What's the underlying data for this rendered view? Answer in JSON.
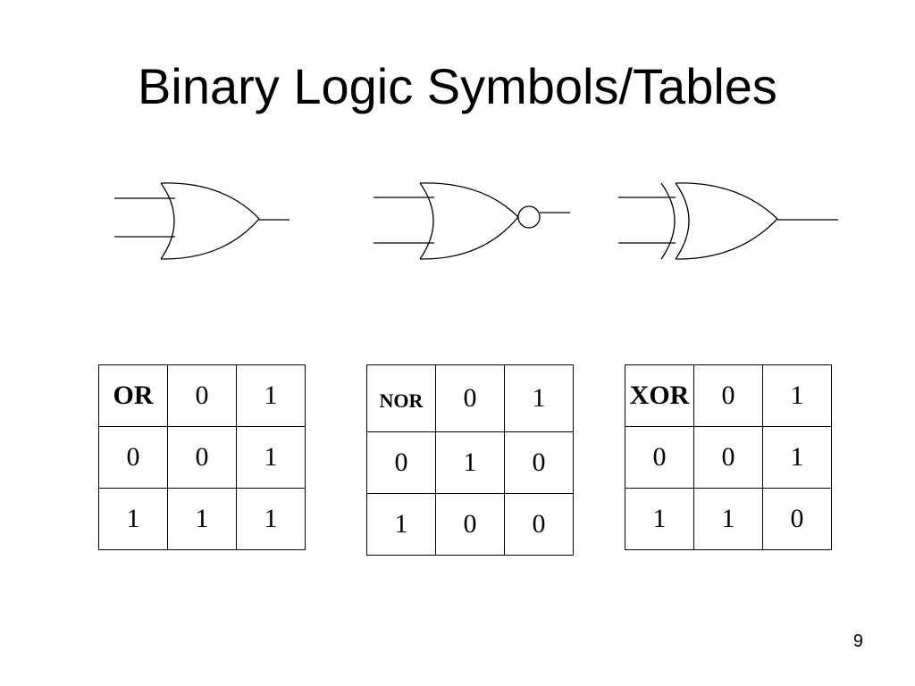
{
  "title": "Binary Logic Symbols/Tables",
  "page_number": "9",
  "gates": [
    {
      "type": "or-gate-symbol"
    },
    {
      "type": "nor-gate-symbol"
    },
    {
      "type": "xor-gate-symbol"
    }
  ],
  "tables": {
    "or": {
      "label": "OR",
      "header": [
        "0",
        "1"
      ],
      "rows": [
        {
          "input": "0",
          "values": [
            "0",
            "1"
          ]
        },
        {
          "input": "1",
          "values": [
            "1",
            "1"
          ]
        }
      ]
    },
    "nor": {
      "label": "NOR",
      "header": [
        "0",
        "1"
      ],
      "rows": [
        {
          "input": "0",
          "values": [
            "1",
            "0"
          ]
        },
        {
          "input": "1",
          "values": [
            "0",
            "0"
          ]
        }
      ]
    },
    "xor": {
      "label": "XOR",
      "header": [
        "0",
        "1"
      ],
      "rows": [
        {
          "input": "0",
          "values": [
            "0",
            "1"
          ]
        },
        {
          "input": "1",
          "values": [
            "1",
            "0"
          ]
        }
      ]
    }
  }
}
